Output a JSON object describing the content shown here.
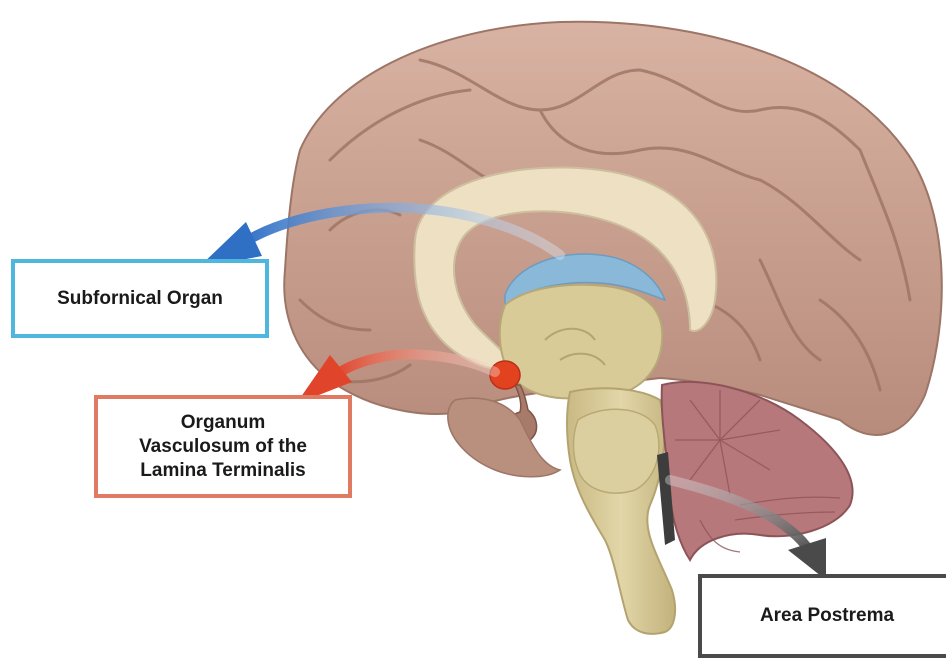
{
  "labels": {
    "subfornical_organ": "Subfornical Organ",
    "ovlt": [
      "Organum",
      "Vasculosum of the",
      "Lamina Terminalis"
    ],
    "area_postrema": "Area Postrema"
  },
  "colors": {
    "subfornical_organ": "#4fb6dd",
    "subfornical_arrow": "#3a7fcf",
    "ovlt": "#e17a62",
    "ovlt_arrow": "#e2553c",
    "area_postrema": "#4a4a4a",
    "area_postrema_arrow": "#555555",
    "cortex": "#c99e8c",
    "corpus_callosum": "#ede0c3",
    "brainstem": "#d6c895",
    "cerebellum": "#b7787c"
  }
}
